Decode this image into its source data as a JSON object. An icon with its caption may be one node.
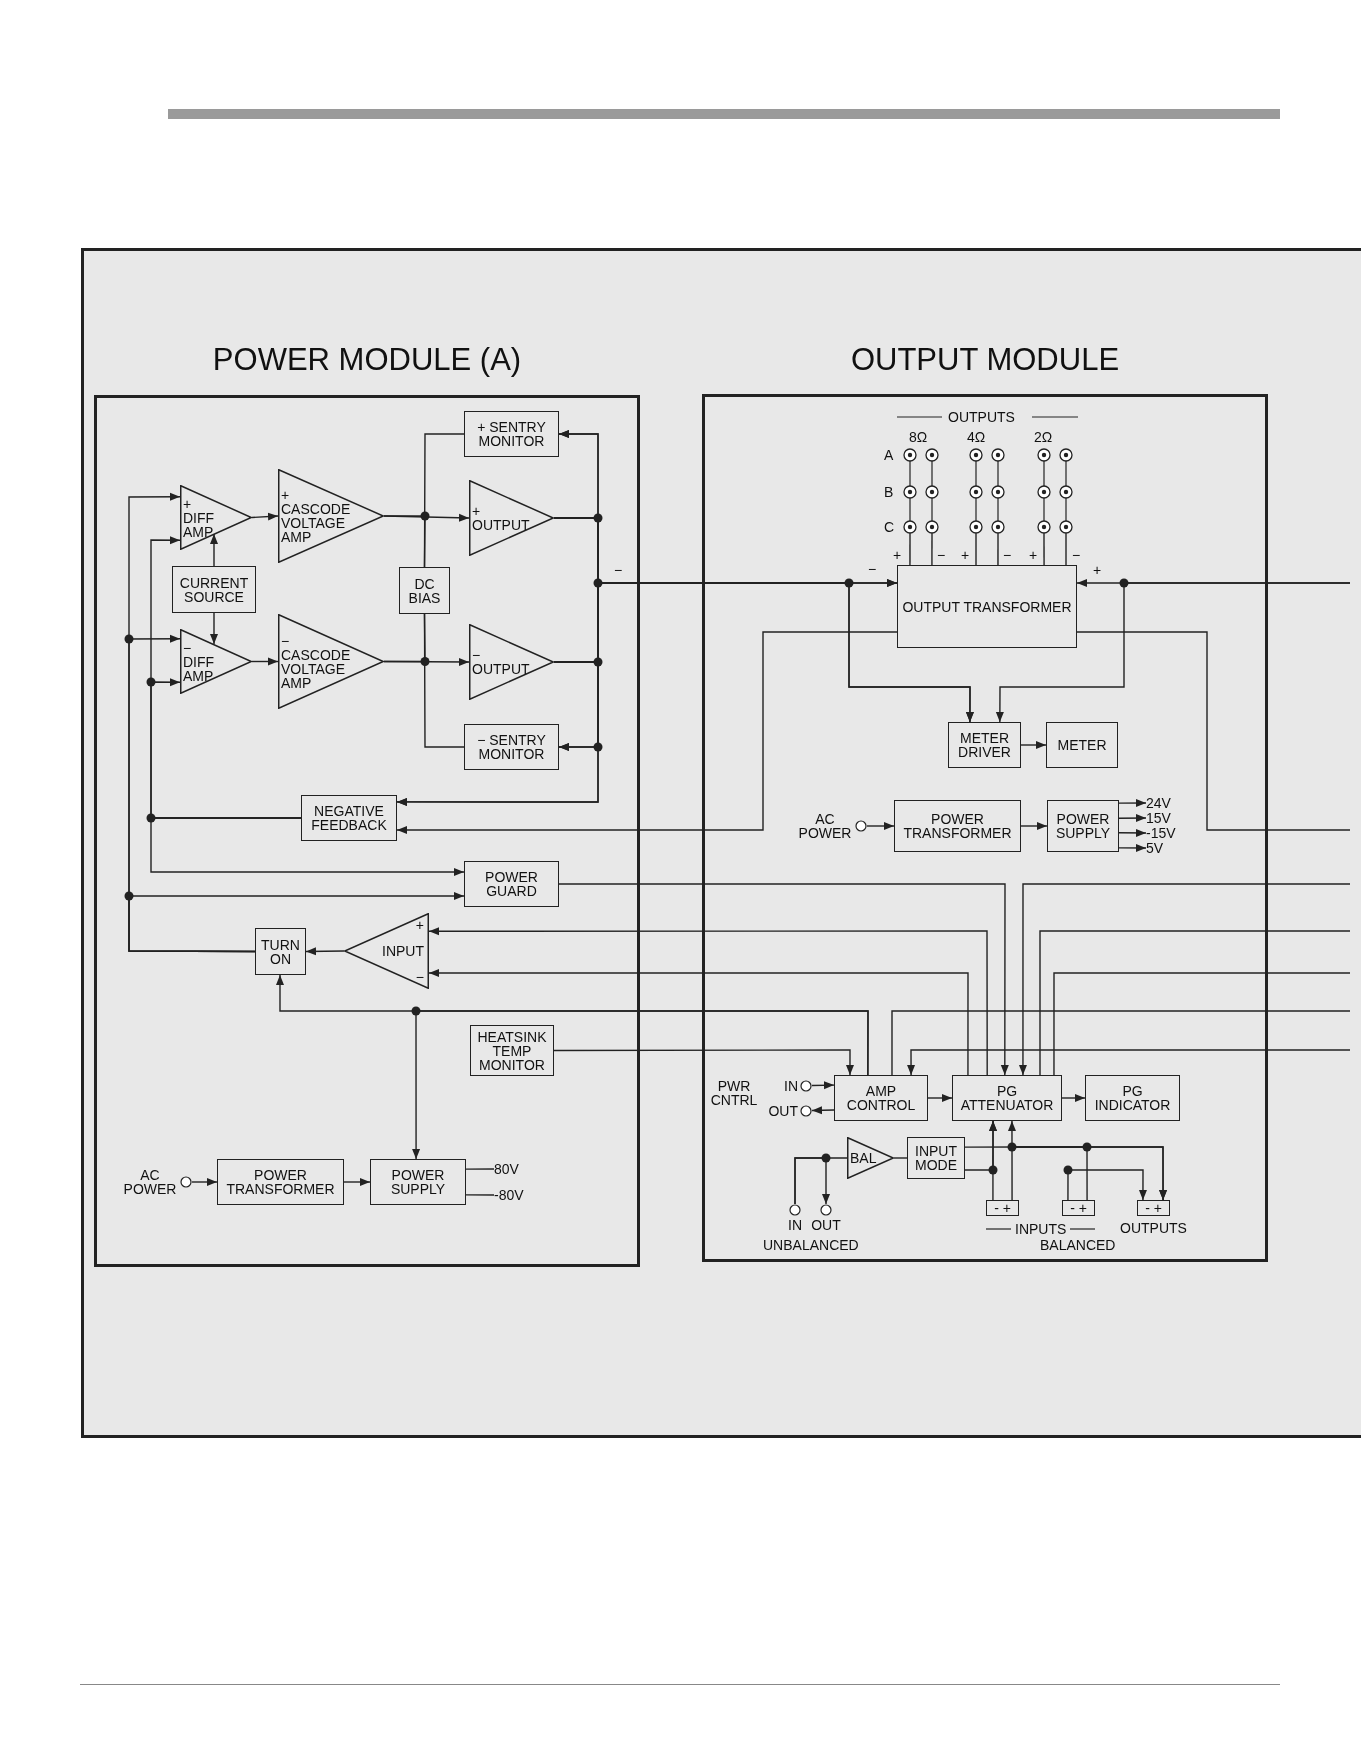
{
  "diagram": {
    "nodes": [
      {
        "text": [
          "POWER MODULE (A)"
        ]
      },
      {
        "text": [
          "+",
          "DIFF AMP"
        ],
        "in": 0
      },
      {
        "text": [
          "+",
          "CASCODE VOLTAGE AMP"
        ],
        "in": 0
      },
      {
        "text": [
          "+ SENTRY MONITOR"
        ],
        "in": 0
      },
      {
        "text": [
          "+",
          "OUTPUT"
        ],
        "in": 0
      },
      {
        "text": [
          "CURRENT SOURCE"
        ],
        "in": 0
      },
      {
        "text": [
          "DC BIAS"
        ],
        "in": 0
      },
      {
        "text": [
          "−",
          "DIFF AMP"
        ],
        "in": 0
      },
      {
        "text": [
          "−",
          "CASCODE VOLTAGE AMP"
        ],
        "in": 0
      },
      {
        "text": [
          "−",
          "OUTPUT"
        ],
        "in": 0
      },
      {
        "text": [
          "− SENTRY MONITOR"
        ],
        "in": 0
      },
      {
        "text": [
          "NEGATIVE FEEDBACK"
        ],
        "in": 0
      },
      {
        "text": [
          "POWER GUARD"
        ],
        "in": 0
      },
      {
        "text": [
          "TURN ON"
        ],
        "in": 0
      },
      {
        "text": [
          "+",
          "INPUT",
          "−"
        ],
        "in": 0
      },
      {
        "text": [
          "HEATSINK TEMP MONITOR"
        ],
        "in": 0
      },
      {
        "text": [
          "AC POWER"
        ],
        "in": 0
      },
      {
        "text": [
          "POWER TRANSFORMER"
        ],
        "in": 0
      },
      {
        "text": [
          "POWER SUPPLY"
        ],
        "in": 0
      },
      {
        "text": [
          "80V"
        ],
        "in": 0
      },
      {
        "text": [
          "-80V"
        ],
        "in": 0
      },
      {
        "text": [
          "OUTPUT MODULE"
        ]
      },
      {
        "text": [
          "OUTPUT TRANSFORMER"
        ],
        "in": 21
      },
      {
        "text": [
          "METER DRIVER"
        ],
        "in": 21
      },
      {
        "text": [
          "METER"
        ],
        "in": 21
      },
      {
        "text": [
          "AC POWER"
        ],
        "in": 21
      },
      {
        "text": [
          "POWER TRANSFORMER"
        ],
        "in": 21
      },
      {
        "text": [
          "POWER SUPPLY"
        ],
        "in": 21
      },
      {
        "text": [
          "24V"
        ],
        "in": 21
      },
      {
        "text": [
          "15V"
        ],
        "in": 21
      },
      {
        "text": [
          "-15V"
        ],
        "in": 21
      },
      {
        "text": [
          "5V"
        ],
        "in": 21
      },
      {
        "text": [
          "IN"
        ],
        "in": 21
      },
      {
        "text": [
          "OUT"
        ],
        "in": 21
      },
      {
        "text": [
          "AMP CONTROL"
        ],
        "in": 21
      },
      {
        "text": [
          "PG ATTENUATOR"
        ],
        "in": 21
      },
      {
        "text": [
          "PG INDICATOR"
        ],
        "in": 21
      },
      {
        "text": [
          "BAL"
        ],
        "in": 21
      },
      {
        "text": [
          "INPUT MODE"
        ],
        "in": 21
      },
      {
        "text": [
          "IN"
        ],
        "in": 21
      },
      {
        "text": [
          "OUT"
        ],
        "in": 21
      },
      {
        "text": [
          "- +"
        ],
        "in": 21
      },
      {
        "text": [
          "- +"
        ],
        "in": 21
      },
      {
        "text": [
          "- +"
        ],
        "in": 21
      },
      {
        "text": [],
        "shape": "terminal",
        "in": 21
      },
      {
        "text": [],
        "shape": "terminal",
        "in": 21
      },
      {
        "text": [],
        "shape": "terminal",
        "in": 21
      },
      {
        "text": [],
        "shape": "terminal",
        "in": 21
      },
      {
        "text": [],
        "shape": "terminal",
        "in": 21
      },
      {
        "text": [],
        "shape": "terminal",
        "in": 21
      }
    ],
    "edges": [
      {
        "from": 13,
        "to": 1,
        "arrow": "to"
      },
      {
        "from": 13,
        "to": 7,
        "arrow": "to"
      },
      {
        "from": 13,
        "to": 12,
        "arrow": "to"
      },
      {
        "from": 11,
        "to": 1,
        "arrow": "to"
      },
      {
        "from": 11,
        "to": 7,
        "arrow": "to"
      },
      {
        "from": 11,
        "to": 12,
        "arrow": "to"
      },
      {
        "from": 5,
        "to": 1,
        "arrow": "to"
      },
      {
        "from": 5,
        "to": 7,
        "arrow": "to"
      },
      {
        "from": 1,
        "to": 2,
        "arrow": "to"
      },
      {
        "from": 7,
        "to": 8,
        "arrow": "to"
      },
      {
        "from": 2,
        "to": 4,
        "arrow": "to"
      },
      {
        "from": 8,
        "to": 9,
        "arrow": "to"
      },
      {
        "from": 3,
        "to": 6,
        "arrow": "none"
      },
      {
        "from": 6,
        "to": 10,
        "arrow": "none"
      },
      {
        "from": 2,
        "to": 6,
        "arrow": "none"
      },
      {
        "from": 8,
        "to": 6,
        "arrow": "none"
      },
      {
        "from": 4,
        "to": 3,
        "arrow": "to"
      },
      {
        "from": 4,
        "to": 10,
        "arrow": "to"
      },
      {
        "from": 4,
        "to": 11,
        "arrow": "to"
      },
      {
        "from": 4,
        "to": 22,
        "arrow": "to"
      },
      {
        "from": 4,
        "to": 23,
        "arrow": "to"
      },
      {
        "from": 9,
        "to": 3,
        "arrow": "to"
      },
      {
        "from": 9,
        "to": 10,
        "arrow": "to"
      },
      {
        "from": 9,
        "to": 11,
        "arrow": "to"
      },
      {
        "from": 9,
        "to": 22,
        "arrow": "to"
      },
      {
        "from": 9,
        "to": 23,
        "arrow": "to"
      },
      {
        "from": 22,
        "to": 11,
        "arrow": "to"
      },
      {
        "from": 22,
        "to": null,
        "arrow": "none"
      },
      {
        "from": null,
        "to": 22,
        "arrow": "to"
      },
      {
        "from": null,
        "to": 23,
        "arrow": "to"
      },
      {
        "from": 23,
        "to": 24,
        "arrow": "to"
      },
      {
        "from": 25,
        "to": 26,
        "arrow": "to"
      },
      {
        "from": 26,
        "to": 27,
        "arrow": "to"
      },
      {
        "from": 27,
        "to": 28,
        "arrow": "to"
      },
      {
        "from": 27,
        "to": 29,
        "arrow": "to"
      },
      {
        "from": 27,
        "to": 30,
        "arrow": "to"
      },
      {
        "from": 27,
        "to": 31,
        "arrow": "to"
      },
      {
        "from": 16,
        "to": 17,
        "arrow": "to"
      },
      {
        "from": 17,
        "to": 18,
        "arrow": "to"
      },
      {
        "from": 18,
        "to": 19,
        "arrow": "none"
      },
      {
        "from": 18,
        "to": 20,
        "arrow": "none"
      },
      {
        "from": 14,
        "to": 13,
        "arrow": "to"
      },
      {
        "from": 12,
        "to": 35,
        "arrow": "to"
      },
      {
        "from": 35,
        "to": 14,
        "arrow": "to"
      },
      {
        "from": 35,
        "to": 14,
        "arrow": "to"
      },
      {
        "from": 34,
        "to": 13,
        "arrow": "to"
      },
      {
        "from": 34,
        "to": 18,
        "arrow": "to"
      },
      {
        "from": 15,
        "to": 34,
        "arrow": "to"
      },
      {
        "from": null,
        "to": 35,
        "arrow": "to"
      },
      {
        "from": 35,
        "to": null,
        "arrow": "none"
      },
      {
        "from": 35,
        "to": null,
        "arrow": "none"
      },
      {
        "from": 34,
        "to": null,
        "arrow": "none"
      },
      {
        "from": null,
        "to": 34,
        "arrow": "to"
      },
      {
        "from": 32,
        "to": 34,
        "arrow": "to"
      },
      {
        "from": 34,
        "to": 33,
        "arrow": "to"
      },
      {
        "from": 34,
        "to": 35,
        "arrow": "to"
      },
      {
        "from": 35,
        "to": 36,
        "arrow": "to"
      },
      {
        "from": 39,
        "to": 37,
        "arrow": "none"
      },
      {
        "from": 39,
        "to": 40,
        "arrow": "to"
      },
      {
        "from": 37,
        "to": 38,
        "arrow": "none"
      },
      {
        "from": 38,
        "to": 35,
        "arrow": "to"
      },
      {
        "from": 38,
        "to": 43,
        "arrow": "to"
      },
      {
        "from": 41,
        "to": 35,
        "arrow": "to"
      },
      {
        "from": 41,
        "to": 43,
        "arrow": "to"
      },
      {
        "from": 42,
        "to": 35,
        "arrow": "to"
      },
      {
        "from": 42,
        "to": 43,
        "arrow": "to"
      },
      {
        "from": 22,
        "to": 44,
        "arrow": "none"
      },
      {
        "from": 22,
        "to": 45,
        "arrow": "none"
      },
      {
        "from": 22,
        "to": 46,
        "arrow": "none"
      },
      {
        "from": 22,
        "to": 47,
        "arrow": "none"
      },
      {
        "from": 22,
        "to": 48,
        "arrow": "none"
      },
      {
        "from": 22,
        "to": 49,
        "arrow": "none"
      }
    ],
    "labels": [
      "OUTPUTS",
      "8Ω",
      "4Ω",
      "2Ω",
      "A",
      "B",
      "C",
      "+",
      "−",
      "+",
      "−",
      "+",
      "−",
      "−",
      "−",
      "+",
      "PWR CNTRL",
      "INPUTS",
      "OUTPUTS",
      "UNBALANCED",
      "BALANCED"
    ]
  }
}
